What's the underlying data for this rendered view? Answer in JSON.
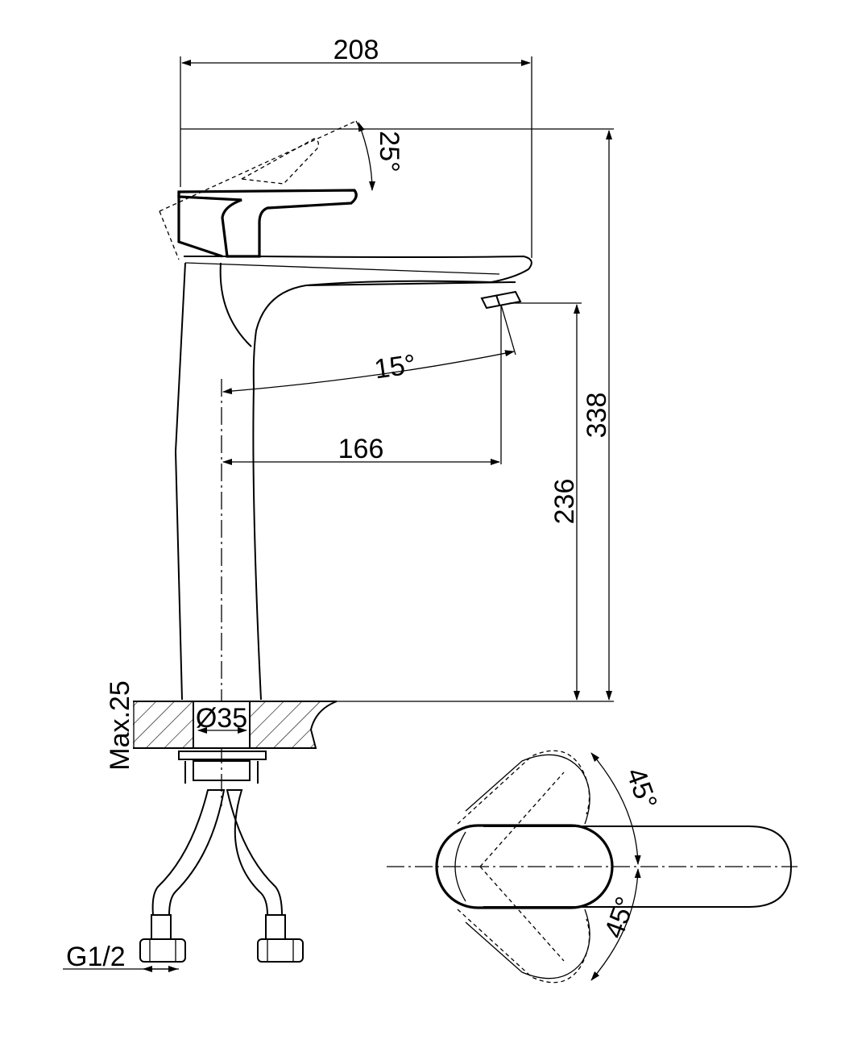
{
  "dimensions": {
    "overall_width": "208",
    "handle_angle": "25°",
    "spout_angle": "15°",
    "spout_reach": "166",
    "total_height": "338",
    "spout_height": "236",
    "deck_thickness": "Max.25",
    "hole_diameter": "Ø35",
    "connection_thread": "G1/2",
    "rotation_angle_top": "45°",
    "rotation_angle_bottom": "45°"
  },
  "colors": {
    "line": "#000000",
    "background": "#ffffff"
  }
}
